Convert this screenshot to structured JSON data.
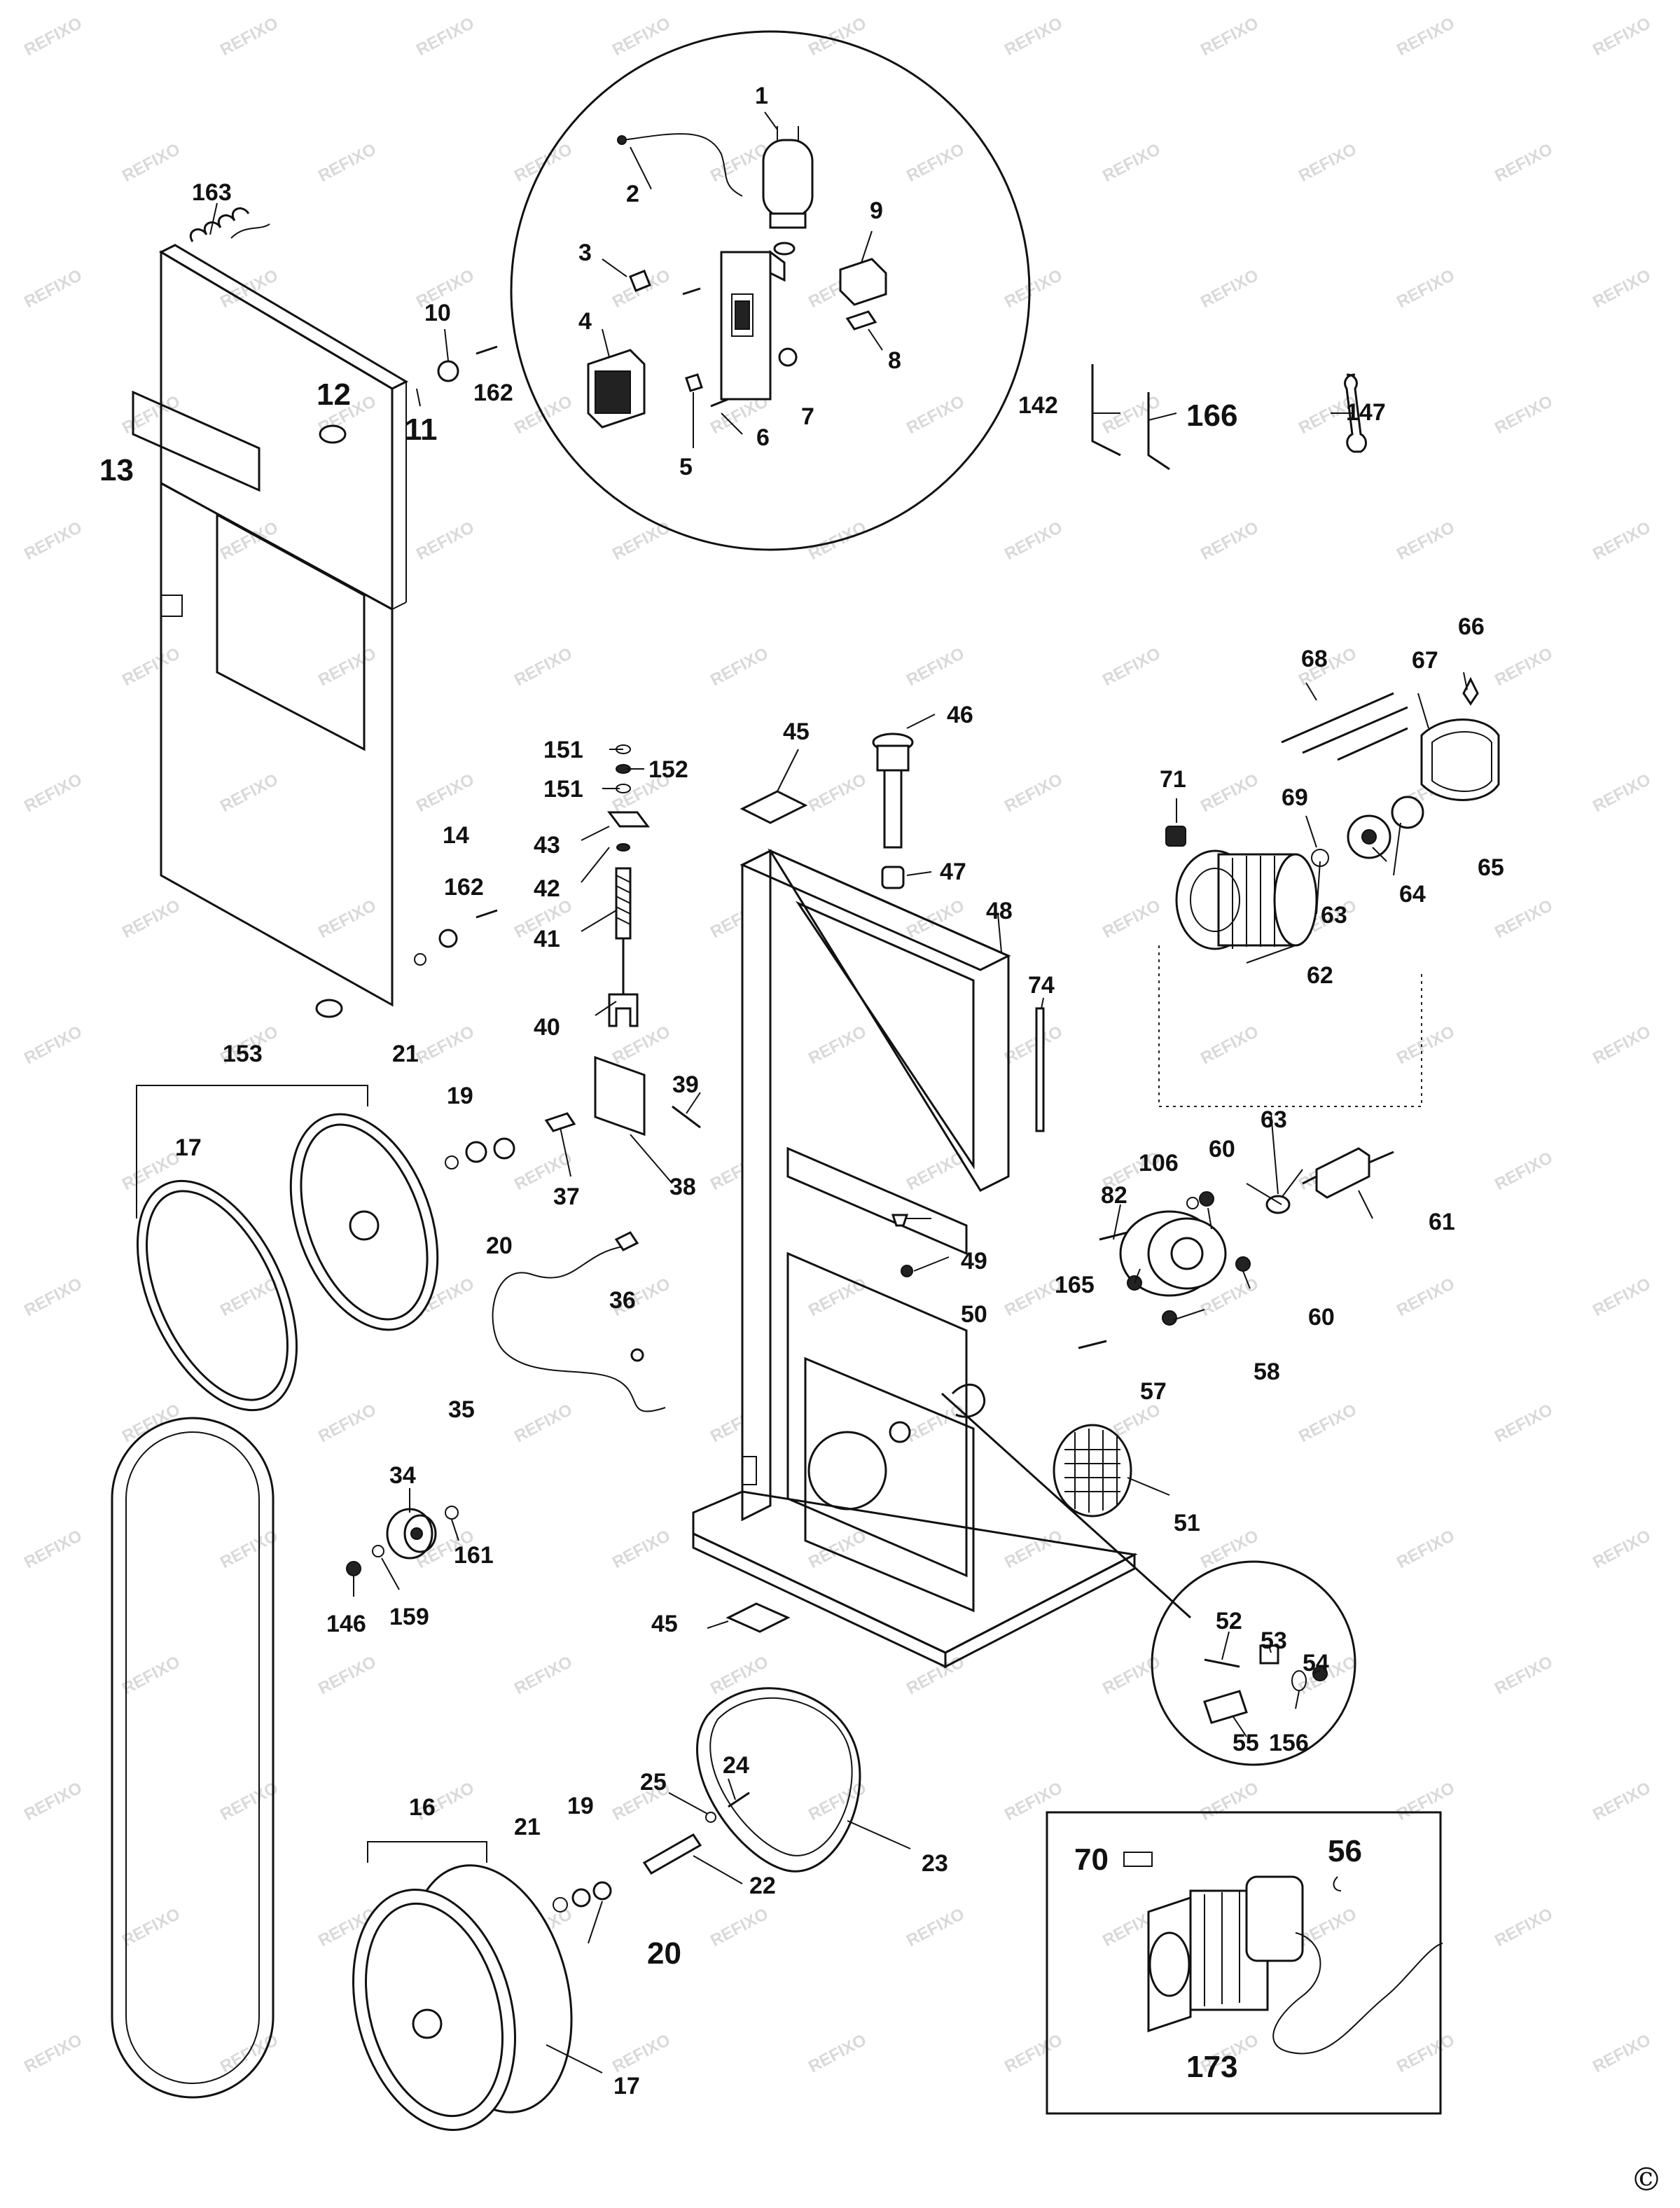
{
  "watermark": "REFIXO",
  "copyright_symbol": "©",
  "part_labels": [
    "1",
    "2",
    "3",
    "4",
    "5",
    "6",
    "7",
    "8",
    "9",
    "10",
    "11",
    "12",
    "13",
    "14",
    "16",
    "17",
    "17",
    "19",
    "19",
    "20",
    "20",
    "21",
    "21",
    "22",
    "23",
    "24",
    "25",
    "34",
    "35",
    "36",
    "37",
    "38",
    "39",
    "40",
    "41",
    "42",
    "43",
    "45",
    "45",
    "46",
    "47",
    "48",
    "49",
    "50",
    "51",
    "52",
    "53",
    "54",
    "55",
    "56",
    "57",
    "58",
    "60",
    "60",
    "61",
    "62",
    "63",
    "63",
    "64",
    "65",
    "66",
    "67",
    "68",
    "69",
    "70",
    "71",
    "74",
    "82",
    "106",
    "142",
    "146",
    "147",
    "151",
    "151",
    "152",
    "153",
    "156",
    "159",
    "161",
    "162",
    "162",
    "163",
    "165",
    "166",
    "173"
  ]
}
